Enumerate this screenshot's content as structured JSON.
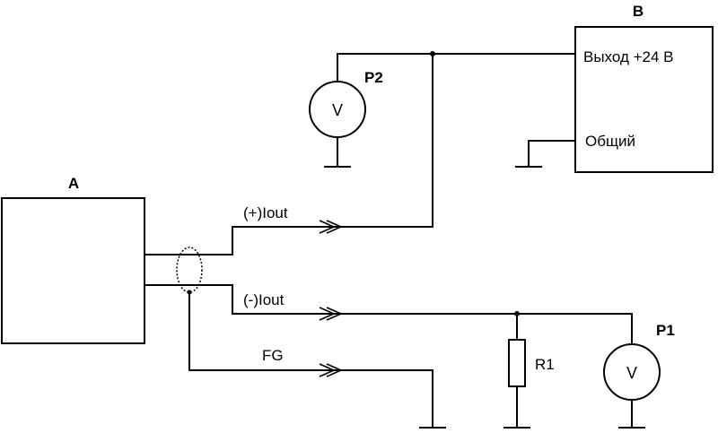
{
  "blocks": {
    "a": {
      "label": "A"
    },
    "b": {
      "label": "B",
      "output_label": "Выход +24 В",
      "common_label": "Общий"
    }
  },
  "meters": {
    "p1": {
      "label": "P1",
      "symbol": "V"
    },
    "p2": {
      "label": "P2",
      "symbol": "V"
    }
  },
  "resistor": {
    "label": "R1"
  },
  "signals": {
    "plus": "(+)Iout",
    "minus": "(-)Iout",
    "fg": "FG"
  }
}
